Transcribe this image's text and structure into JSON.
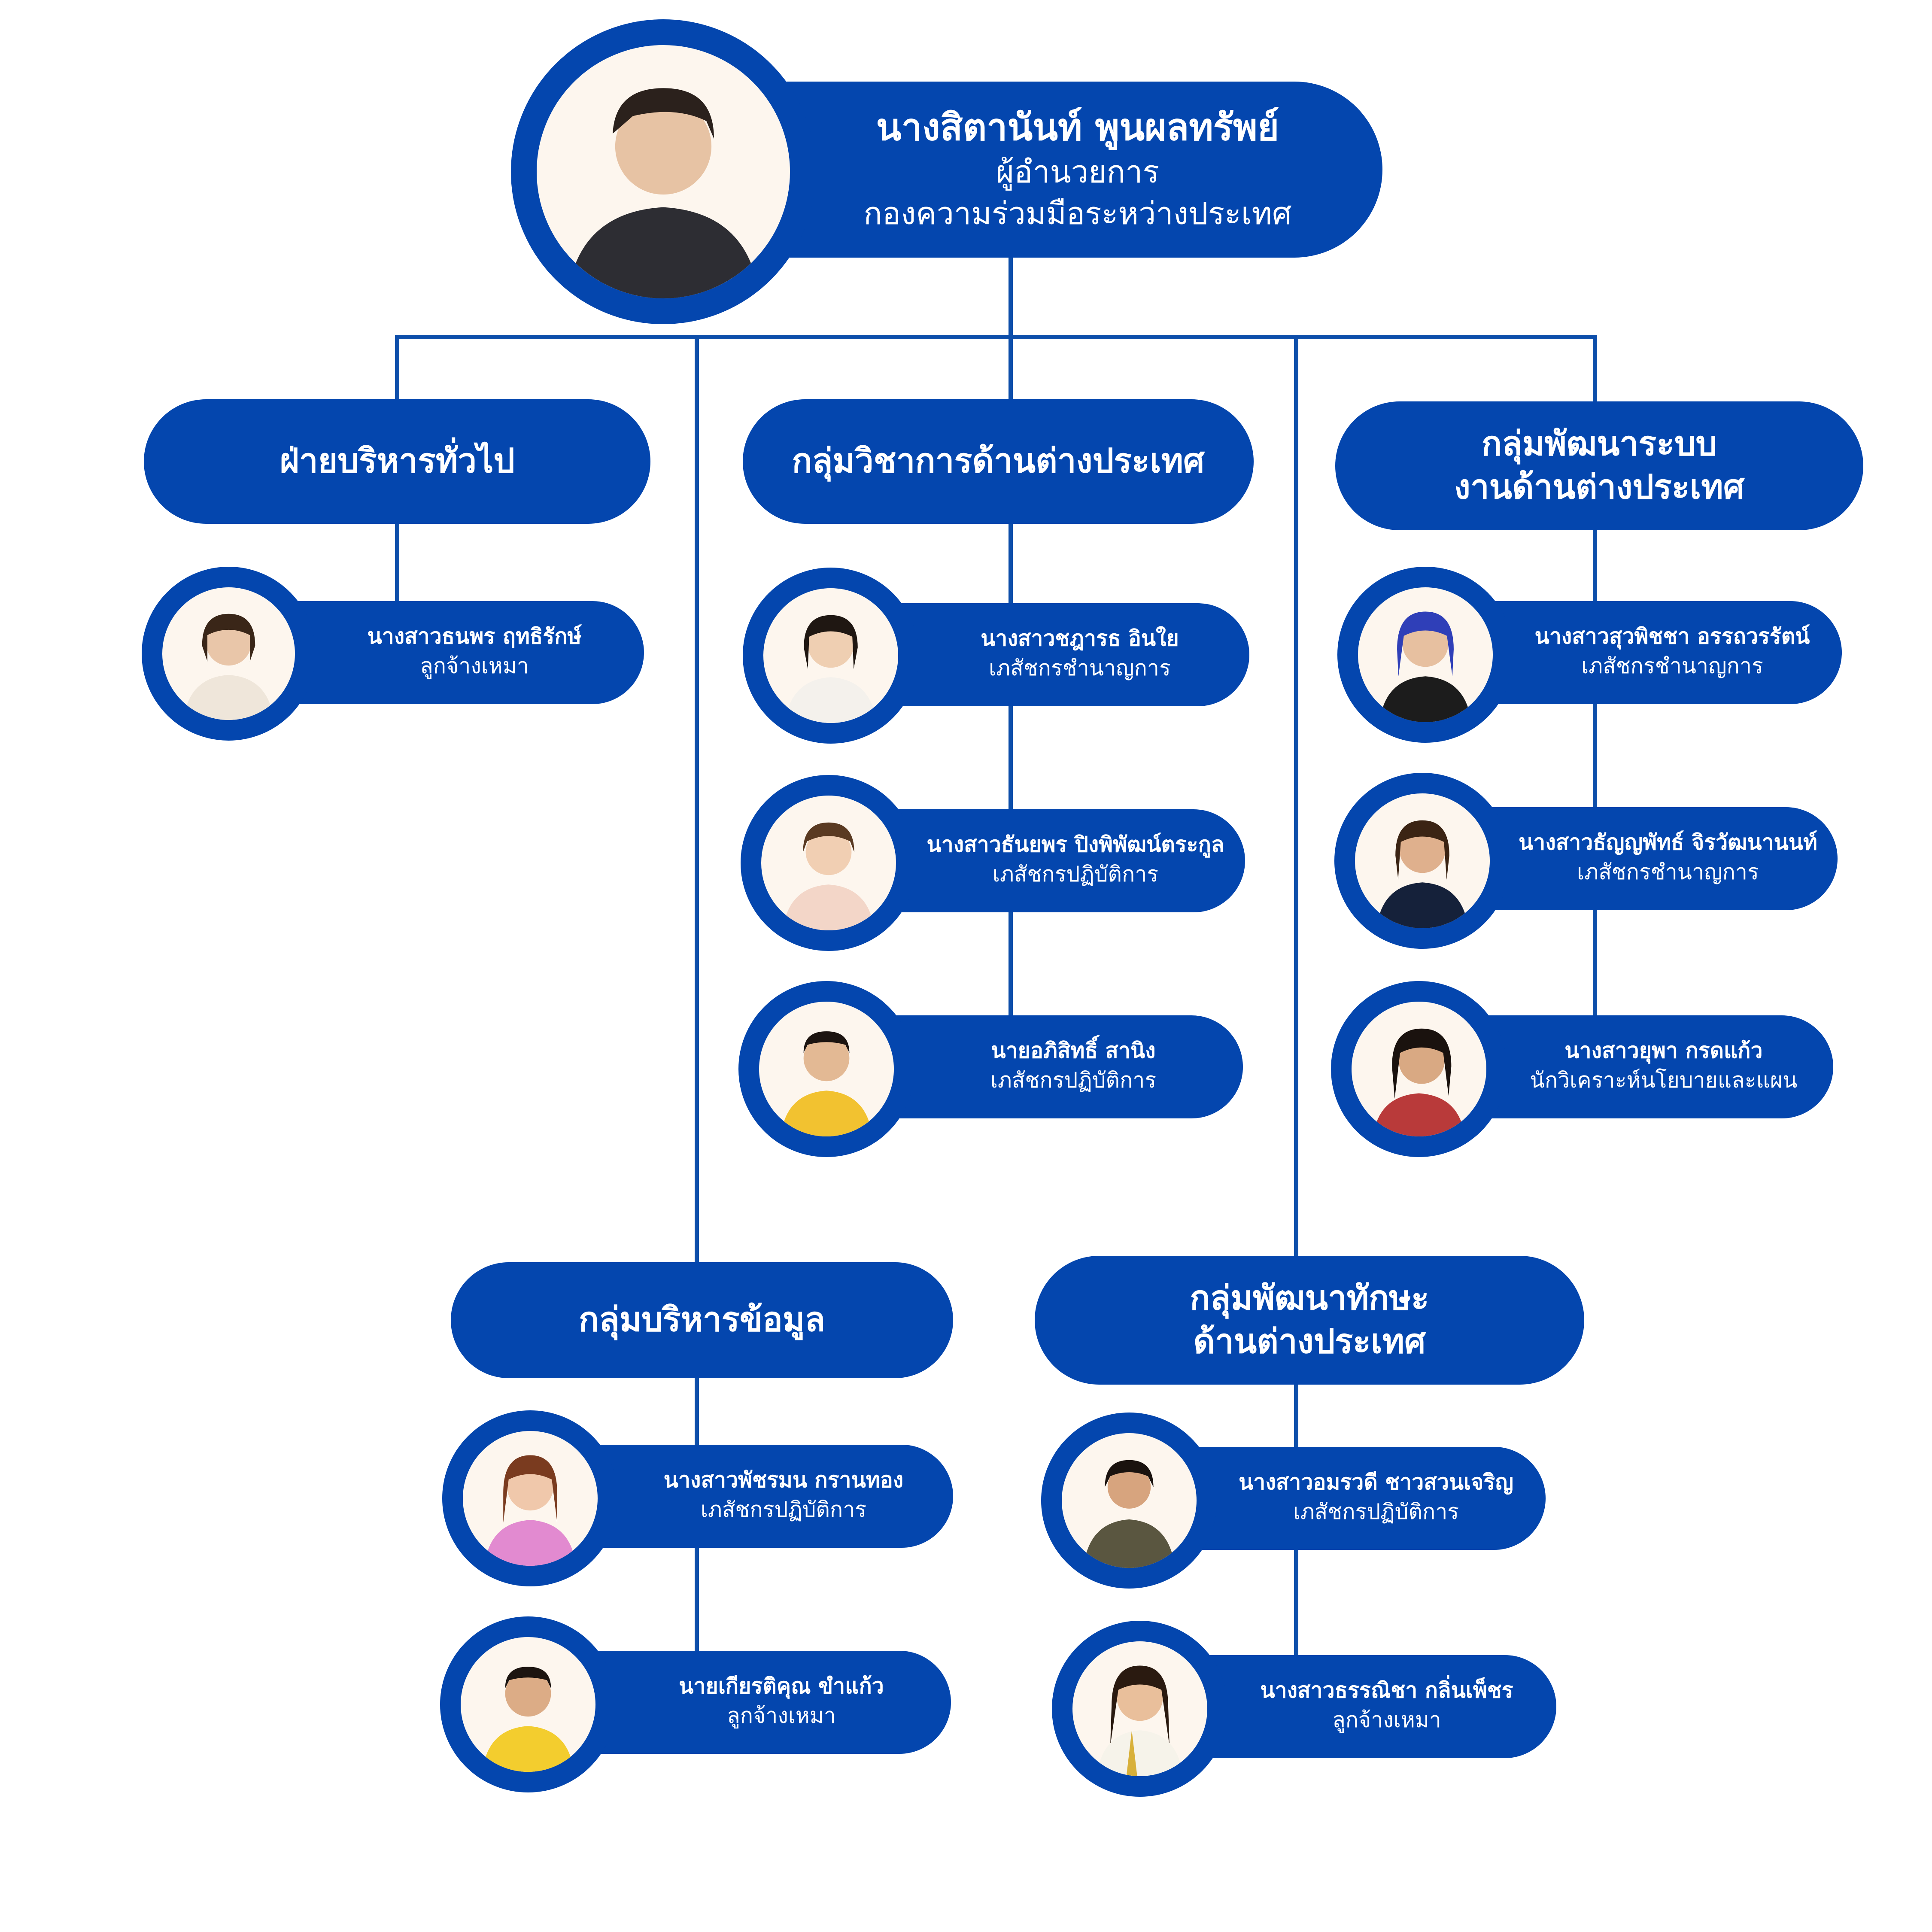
{
  "director": {
    "name": "นางสิตานันท์ พูนผลทรัพย์",
    "position": "ผู้อำนวยการ",
    "division": "กองความร่วมมือระหว่างประเทศ"
  },
  "colors": {
    "primary": "#0446ae",
    "line": "#0d4eaa",
    "avatar_bg": "#fdf6ee"
  },
  "groups": {
    "general_admin": {
      "title_lines": [
        "ฝ่ายบริหารทั่วไป"
      ],
      "members": [
        {
          "name": "นางสาวธนพร ฤทธิรักษ์",
          "role": "ลูกจ้างเหมา"
        }
      ]
    },
    "academic": {
      "title_lines": [
        "กลุ่มวิชาการด้านต่างประเทศ"
      ],
      "members": [
        {
          "name": "นางสาวชฎารธ อินใย",
          "role": "เภสัชกรชำนาญการ"
        },
        {
          "name": "นางสาวธันยพร ปิงพิพัฒน์ตระกูล",
          "role": "เภสัชกรปฏิบัติการ"
        },
        {
          "name": "นายอภิสิทธิ์ สานิง",
          "role": "เภสัชกรปฏิบัติการ"
        }
      ]
    },
    "system_dev": {
      "title_lines": [
        "กลุ่มพัฒนาระบบ",
        "งานด้านต่างประเทศ"
      ],
      "members": [
        {
          "name": "นางสาวสุวพิชชา อรรถวรรัตน์",
          "role": "เภสัชกรชำนาญการ"
        },
        {
          "name": "นางสาวธัญญพัทธ์ จิรวัฒนานนท์",
          "role": "เภสัชกรชำนาญการ"
        },
        {
          "name": "นางสาวยุพา กรดแก้ว",
          "role": "นักวิเคราะห์นโยบายและแผน"
        }
      ]
    },
    "data_admin": {
      "title_lines": [
        "กลุ่มบริหารข้อมูล"
      ],
      "members": [
        {
          "name": "นางสาวพัชรมน กรานทอง",
          "role": "เภสัชกรปฏิบัติการ"
        },
        {
          "name": "นายเกียรติคุณ ขำแก้ว",
          "role": "ลูกจ้างเหมา"
        }
      ]
    },
    "skills_dev": {
      "title_lines": [
        "กลุ่มพัฒนาทักษะ",
        "ด้านต่างประเทศ"
      ],
      "members": [
        {
          "name": "นางสาวอมรวดี ชาวสวนเจริญ",
          "role": "เภสัชกรปฏิบัติการ"
        },
        {
          "name": "นางสาวธรรณิชา กลิ่นเพ็ชร",
          "role": "ลูกจ้างเหมา"
        }
      ]
    }
  }
}
